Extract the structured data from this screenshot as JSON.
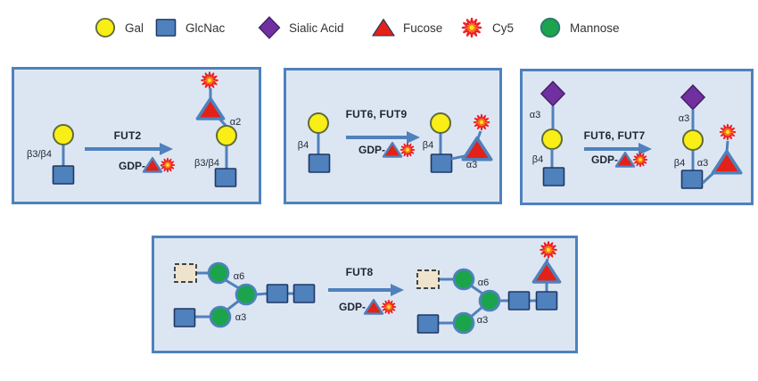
{
  "colors": {
    "page_bg": "#ffffff",
    "panel_bg": "#dce6f2",
    "panel_border": "#4f81bd",
    "line": "#4f81bd",
    "arrow": "#4f81bd",
    "label_color": "#1f2633",
    "legend_text": "#333333",
    "gal_fill": "#f9ee16",
    "gal_stroke": "#5f6b3c",
    "glcnac_fill": "#4f81bd",
    "glcnac_stroke": "#1f3864",
    "mannose_fill": "#1ca44d",
    "mannose_stroke": "#2e7d6e",
    "sialic_fill": "#7030a0",
    "sialic_stroke": "#46216b",
    "fucose_fill": "#e32119",
    "fucose_stroke": "#17365d",
    "cy5_fill": "#ffe11c",
    "cy5_stroke": "#ee1c25",
    "cy5_ring": "#f47c20",
    "dashed_fill": "#eee3cd",
    "dashed_stroke": "#2b2b2b"
  },
  "legend": {
    "items": [
      {
        "label": "Gal"
      },
      {
        "label": "GlcNac"
      },
      {
        "label": "Sialic Acid"
      },
      {
        "label": "Fucose"
      },
      {
        "label": "Cy5"
      },
      {
        "label": "Mannose"
      }
    ]
  },
  "panels": {
    "fut2": {
      "enzyme": "FUT2",
      "donor_prefix": "GDP-",
      "donor_dash": "-",
      "substrate_linkage": "β3/β4",
      "product_linkage": "β3/β4",
      "fucose_linkage": "α2"
    },
    "fut6_fut9": {
      "enzyme": "FUT6, FUT9",
      "donor_prefix": "GDP-",
      "donor_dash": "-",
      "substrate_linkage": "β4",
      "product_linkage": "β4",
      "fucose_linkage": "α3"
    },
    "fut6_fut7": {
      "enzyme": "FUT6, FUT7",
      "donor_prefix": "GDP-",
      "donor_dash": "-",
      "substrate_sialic_linkage": "α3",
      "substrate_gal_linkage": "β4",
      "product_sialic_linkage": "α3",
      "product_gal_linkage": "β4",
      "fucose_linkage": "α3"
    },
    "fut8": {
      "enzyme": "FUT8",
      "donor_prefix": "GDP-",
      "donor_dash": "-",
      "substrate_upper_arm_linkage": "α6",
      "substrate_lower_arm_linkage": "α3",
      "product_upper_arm_linkage": "α6",
      "product_lower_arm_linkage": "α3"
    }
  }
}
